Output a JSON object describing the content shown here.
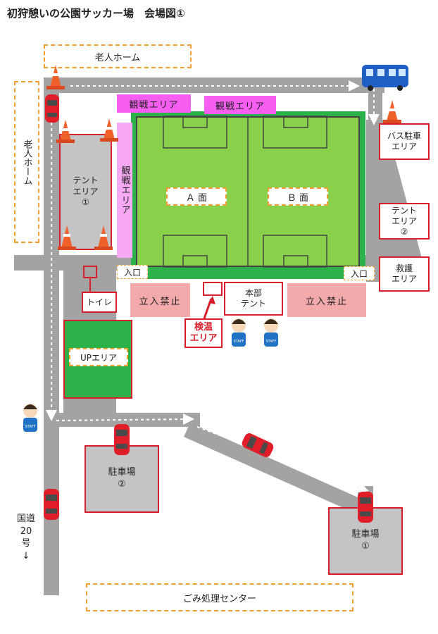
{
  "title": "初狩憩いの公園サッカー場　会場図①",
  "labels": {
    "elderly_home_top": "老人ホーム",
    "elderly_home_left": "老人ホーム",
    "viewing_area_1": "観戦エリア",
    "viewing_area_2": "観戦エリア",
    "viewing_area_left": "観戦エリア",
    "court_a": "Ａ 面",
    "court_b": "Ｂ 面",
    "tent_area_1": "テント\nエリア\n①",
    "bus_parking": "バス駐車\nエリア",
    "tent_area_2": "テント\nエリア\n②",
    "rescue_area": "救護\nエリア",
    "entrance_left": "入口",
    "entrance_right": "入口",
    "toilet": "トイレ",
    "no_entry_left": "立入禁止",
    "no_entry_right": "立入禁止",
    "hq_tent": "本部\nテント",
    "temp_check_area": "検温\nエリア",
    "up_area": "UPエリア",
    "parking_2": "駐車場\n②",
    "parking_1": "駐車場\n①",
    "route_20": "国道\n20\n号\n↓",
    "garbage_center": "ごみ処理センター",
    "staff": "STAFF"
  },
  "colors": {
    "road": "#a3a3a3",
    "field_border": "#2db24a",
    "pitch": "#8ad14b",
    "viewing": "#f55ef0",
    "no_entry": "#f3aaab",
    "red_outline": "#d81e2c",
    "orange_dash": "#f0a030"
  },
  "icons": [
    "traffic-cone-icon",
    "car-icon",
    "bus-icon",
    "staff-person-icon",
    "arrow-icon"
  ]
}
